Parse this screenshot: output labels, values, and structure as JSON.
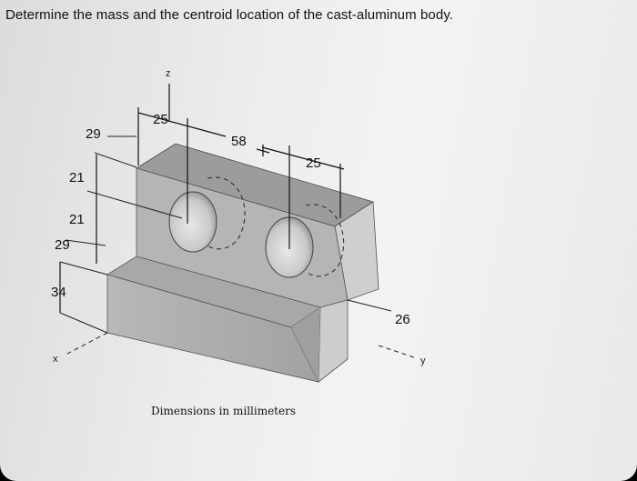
{
  "title": "Determine the mass and the centroid location of the cast-aluminum body.",
  "caption": "Dimensions in millimeters",
  "axes": {
    "z": "z",
    "x": "x",
    "y": "y"
  },
  "dimensions": {
    "top_25": "25",
    "top_58": "58",
    "top_right_25": "25",
    "left_29_top": "29",
    "left_21_a": "21",
    "left_21_b": "21",
    "left_29_mid": "29",
    "left_34": "34",
    "right_26": "26"
  },
  "colors": {
    "background": "#ececec",
    "body_front": "#a9a9a9",
    "body_top": "#9a9a9a",
    "body_side": "#c8c8c8",
    "hole_fill": "#d2d2d2"
  }
}
